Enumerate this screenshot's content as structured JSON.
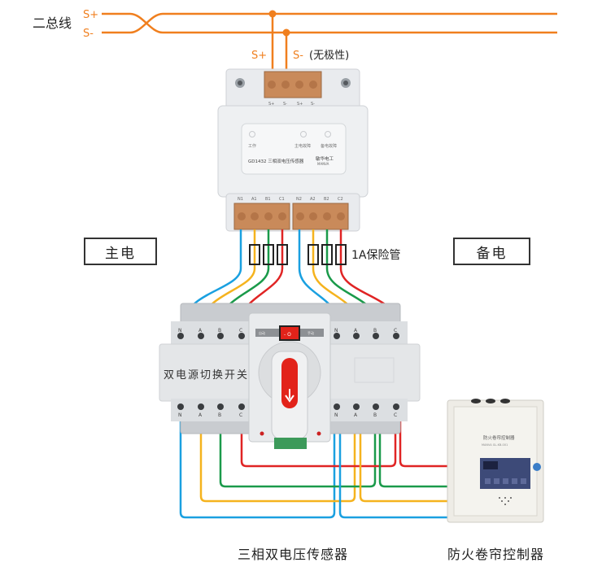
{
  "bus": {
    "label": "二总线",
    "s_plus": "S+",
    "s_minus": "S-",
    "tap_s_plus": "S+",
    "tap_s_minus": "S-",
    "polarity_note": "(无极性)",
    "color": "#f07f1e"
  },
  "sensor": {
    "top_terminals": [
      "S+",
      "S-",
      "S+",
      "S-"
    ],
    "indicators": [
      "工作",
      "主电故障",
      "备电故障"
    ],
    "model": "GD1432 三相双电压传感器",
    "brand": "敏华电工",
    "brand_en": "MANVA",
    "bottom_terminals": [
      "N1",
      "A1",
      "B1",
      "C1",
      "N2",
      "A2",
      "B2",
      "C2"
    ]
  },
  "labels": {
    "main_power": "主电",
    "backup_power": "备电",
    "fuse": "1A保险管"
  },
  "ats": {
    "name": "双电源切换开关",
    "phases_top": [
      "N",
      "A",
      "B",
      "C"
    ],
    "phases_bottom": [
      "N",
      "A",
      "B",
      "C"
    ],
    "switch_label": "- O",
    "left_tag": "自动",
    "right_tag": "手动"
  },
  "controller": {
    "title": "防火卷帘控制器",
    "subtitle": "MANVA  GL-KB-001"
  },
  "wire_colors": {
    "N": "#1aa0e0",
    "A": "#f5b31e",
    "B": "#1a9a4a",
    "C": "#e02424"
  },
  "captions": {
    "sensor": "三相双电压传感器",
    "controller": "防火卷帘控制器"
  }
}
